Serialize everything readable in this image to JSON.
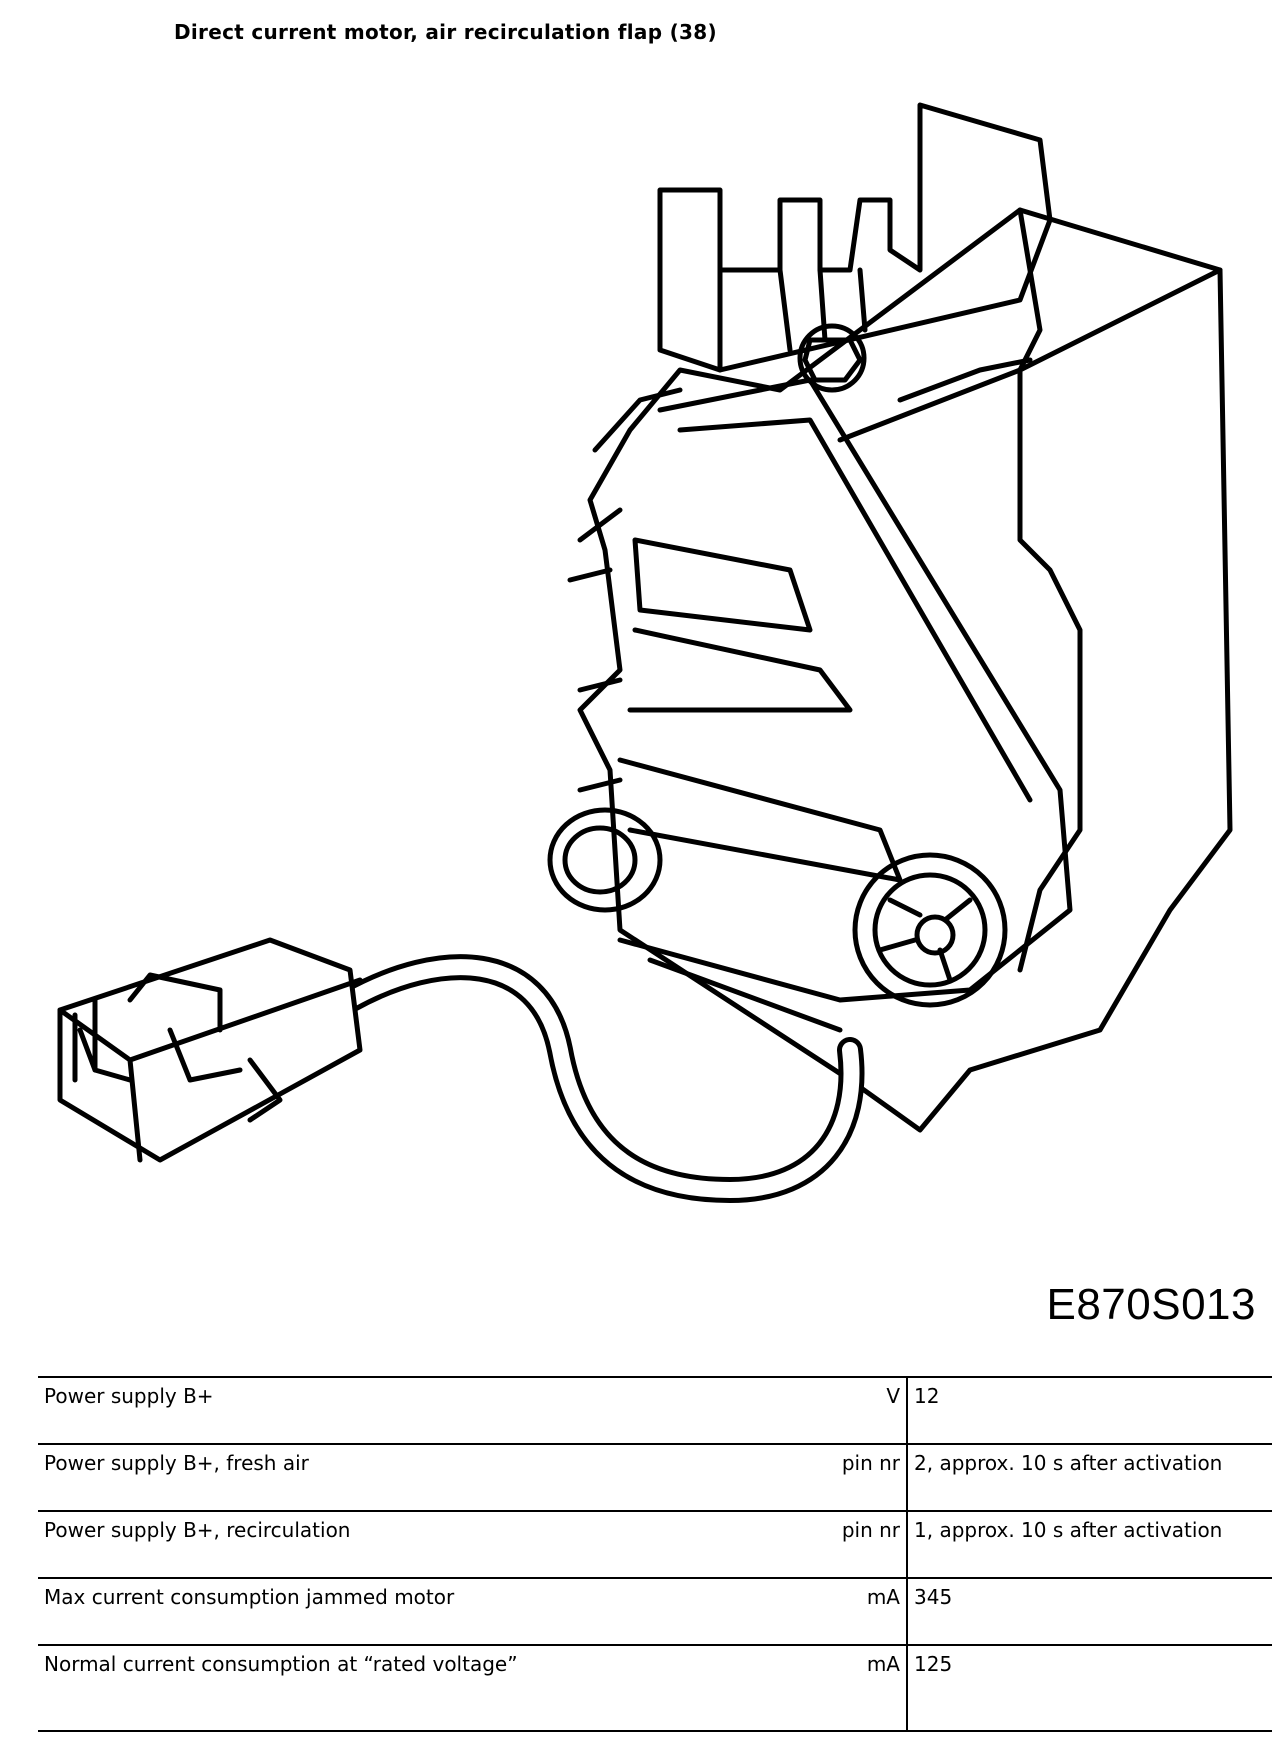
{
  "page": {
    "title": "Direct current motor, air recirculation flap (38)",
    "figure_id": "E870S013"
  },
  "specs": [
    {
      "description": "Power supply B+",
      "unit": "V",
      "value": "12"
    },
    {
      "description": "Power supply B+, fresh air",
      "unit": "pin nr",
      "value": "2, approx. 10 s after activation"
    },
    {
      "description": "Power supply B+, recirculation",
      "unit": "pin nr",
      "value": "1, approx. 10 s after activation"
    },
    {
      "description": "Max current consumption jammed motor",
      "unit": "mA",
      "value": "345"
    },
    {
      "description": "Normal current consumption at “rated voltage”",
      "unit": "mA",
      "value": "125"
    }
  ]
}
